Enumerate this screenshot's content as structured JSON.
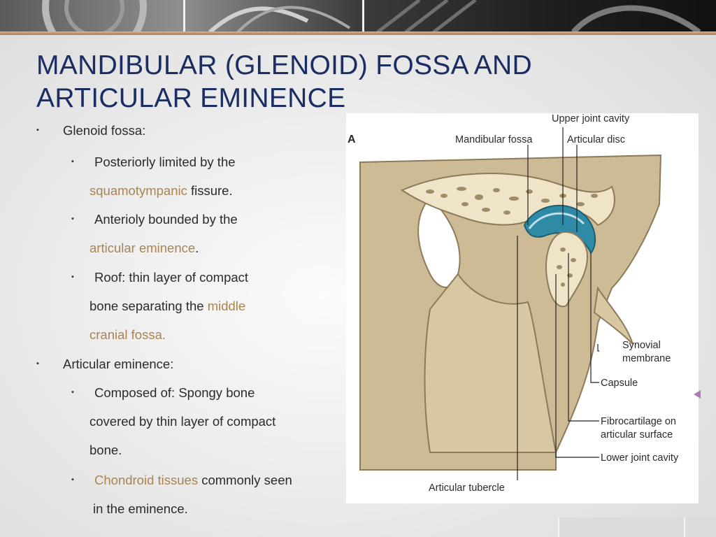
{
  "slide": {
    "title": "MANDIBULAR (GLENOID) FOSSA AND ARTICULAR EMINENCE",
    "bullets": {
      "b1": "Glenoid fossa:",
      "b1_1_l1": "Posteriorly limited by the",
      "b1_1_l2_accent": "squamotympanic",
      "b1_1_l2_rest": " fissure.",
      "b1_2_l1": "Anterioly bounded by the",
      "b1_2_l2_accent": "articular eminence",
      "b1_2_l2_rest": ".",
      "b1_3_l1": "Roof: thin layer of compact",
      "b1_3_l2_start": "bone separating the ",
      "b1_3_l2_accent": "middle",
      "b1_3_l3_accent": "cranial fossa.",
      "b2": "Articular eminence:",
      "b2_1_l1": "Composed of: Spongy bone",
      "b2_1_l2": "covered by thin layer of compact",
      "b2_1_l3": "bone.",
      "b2_2_l1_accent": "Chondroid tissues",
      "b2_2_l1_rest": " commonly seen",
      "b2_2_l2": "in the eminence."
    },
    "marker_glyph": "▪"
  },
  "figure": {
    "panel_letter": "A",
    "labels": {
      "upper_joint_cavity": "Upper joint cavity",
      "mandibular_fossa": "Mandibular fossa",
      "articular_disc": "Articular disc",
      "synovial_line1": "Synovial",
      "synovial_line2": "membrane",
      "capsule": "Capsule",
      "fibro_line1": "Fibrocartilage on",
      "fibro_line2": "articular surface",
      "lower_joint_cavity": "Lower joint cavity",
      "articular_tubercle": "Articular tubercle"
    }
  },
  "colors": {
    "title": "#1b2e63",
    "body_text": "#2b2b2b",
    "accent_text": "#a9844f",
    "accent_bar": "#b4764c",
    "bone": "#d9c8a4",
    "disc": "#2f8aa6"
  }
}
